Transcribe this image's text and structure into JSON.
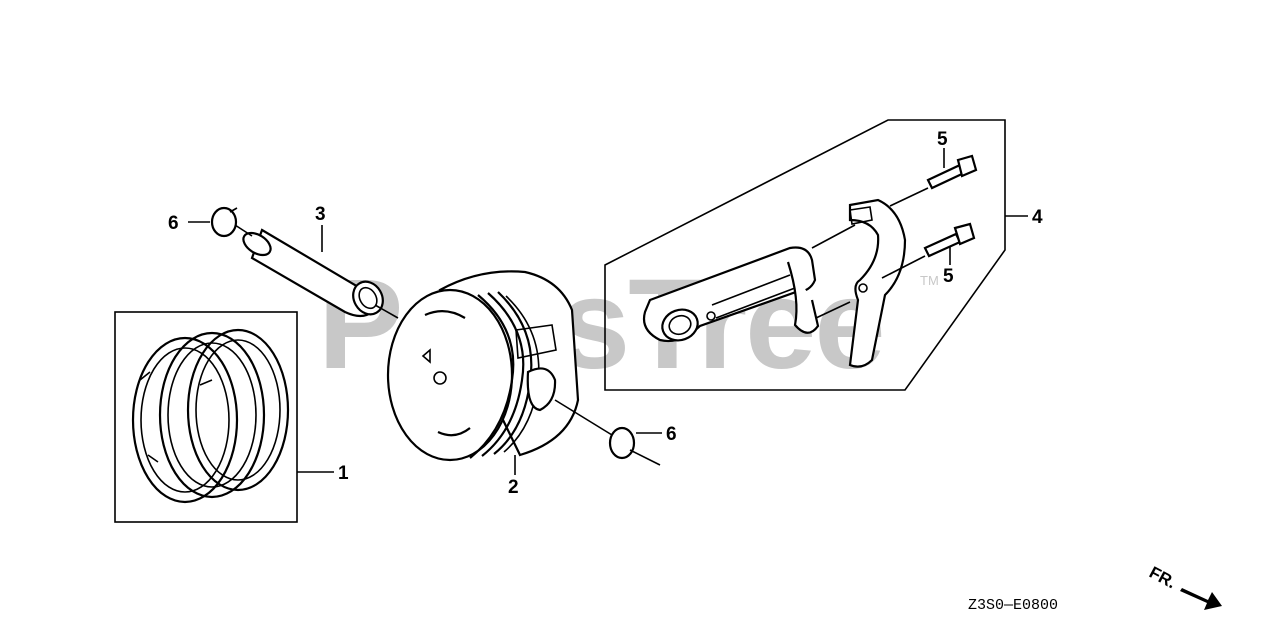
{
  "watermark": {
    "text": "PartsTree",
    "trademark": "TM",
    "color": "#c8c8c8"
  },
  "callouts": {
    "ring_set": "1",
    "piston": "2",
    "piston_pin": "3",
    "connecting_rod_assy": "4",
    "bolt_upper": "5",
    "bolt_lower": "5",
    "clip_left": "6",
    "clip_right": "6"
  },
  "direction_indicator": {
    "label": "FR."
  },
  "diagram_code": "Z3S0—E0800"
}
